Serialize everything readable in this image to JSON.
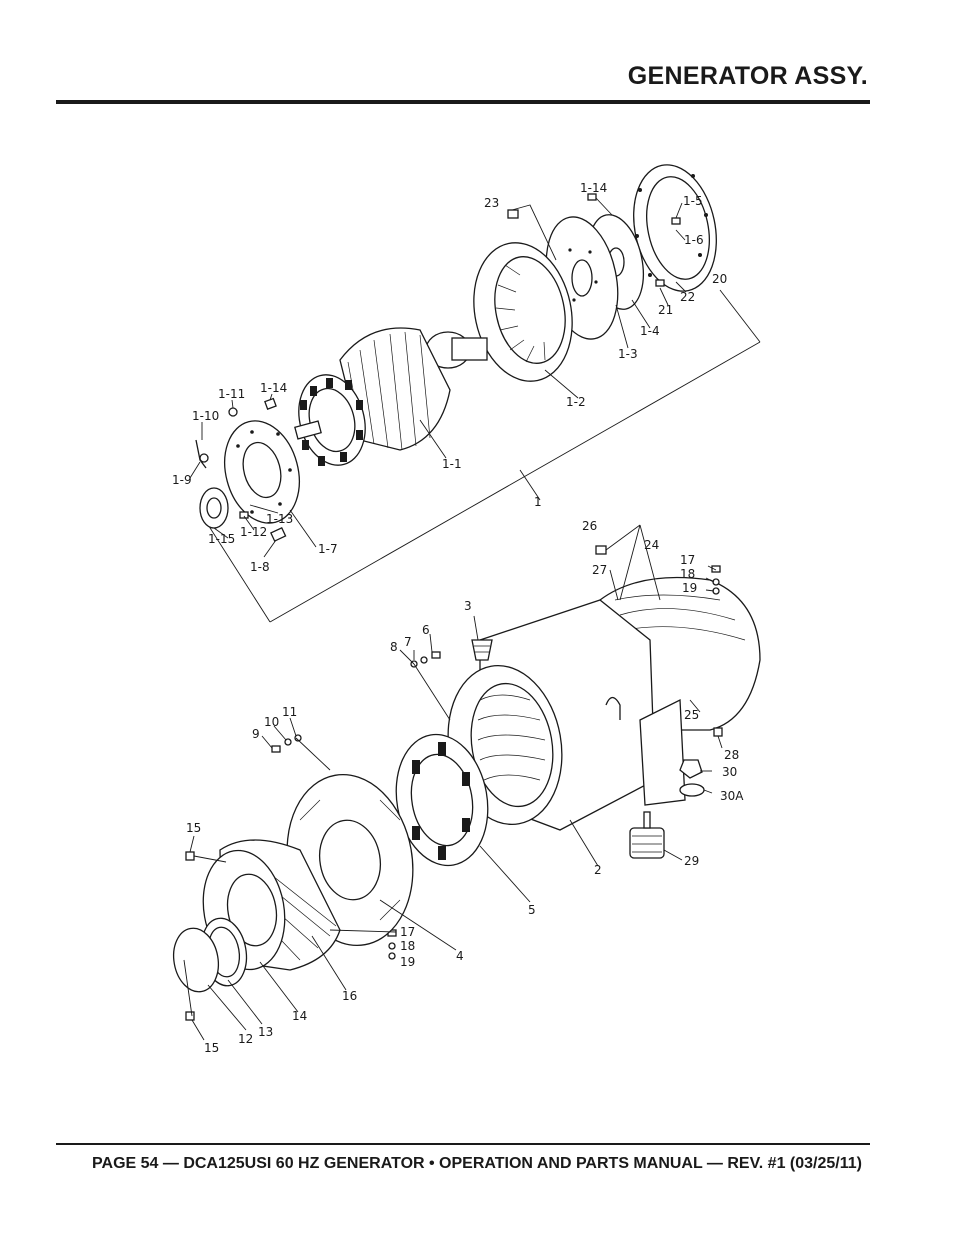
{
  "header": {
    "title": "GENERATOR ASSY."
  },
  "footer": {
    "text": "PAGE 54 — DCA125USI 60 HZ GENERATOR • OPERATION AND PARTS MANUAL — REV. #1 (03/25/11)"
  },
  "callouts": {
    "c1": "1",
    "c1_1": "1-1",
    "c1_2": "1-2",
    "c1_3": "1-3",
    "c1_4": "1-4",
    "c1_5": "1-5",
    "c1_6": "1-6",
    "c1_7": "1-7",
    "c1_8": "1-8",
    "c1_9": "1-9",
    "c1_10": "1-10",
    "c1_11": "1-11",
    "c1_12": "1-12",
    "c1_13": "1-13",
    "c1_14a": "1-14",
    "c1_14b": "1-14",
    "c1_15": "1-15",
    "c2": "2",
    "c3": "3",
    "c4": "4",
    "c5": "5",
    "c6": "6",
    "c7": "7",
    "c8": "8",
    "c9": "9",
    "c10": "10",
    "c11": "11",
    "c12": "12",
    "c13": "13",
    "c14": "14",
    "c15a": "15",
    "c15b": "15",
    "c16": "16",
    "c17a": "17",
    "c17b": "17",
    "c18a": "18",
    "c18b": "18",
    "c19a": "19",
    "c19b": "19",
    "c20": "20",
    "c21": "21",
    "c22": "22",
    "c23": "23",
    "c24": "24",
    "c25": "25",
    "c26": "26",
    "c27": "27",
    "c28": "28",
    "c29": "29",
    "c30": "30",
    "c30a": "30A"
  }
}
